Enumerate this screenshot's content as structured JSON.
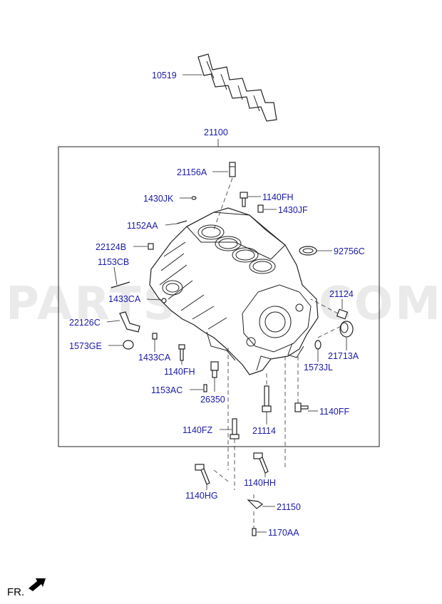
{
  "watermark": "PARTSOUQ.COM",
  "direction_label": "FR.",
  "callouts": {
    "gasket_top": "10519",
    "block_assembly": "21100",
    "stud": "21156A",
    "bolt_1430jk": "1430JK",
    "bolt_1140fh_top": "1140FH",
    "plug_1430jf": "1430JF",
    "pin_1152aa": "1152AA",
    "seal_92756c": "92756C",
    "plug_22124b": "22124B",
    "pin_1153cb": "1153CB",
    "plug_21124": "21124",
    "dowel_1433ca_upper": "1433CA",
    "pipe_22126c": "22126C",
    "cap_21713a": "21713A",
    "plug_1573ge": "1573GE",
    "dowel_1433ca_lower": "1433CA",
    "plug_1573jl": "1573JL",
    "bolt_1140fh_lower": "1140FH",
    "pin_1153ac": "1153AC",
    "sensor_26350": "26350",
    "bolt_1140ff": "1140FF",
    "bolt_1140fz": "1140FZ",
    "bolt_21114": "21114",
    "bolt_1140hh": "1140HH",
    "bolt_1140hg": "1140HG",
    "bracket_21150": "21150",
    "bolt_1170aa": "1170AA"
  }
}
